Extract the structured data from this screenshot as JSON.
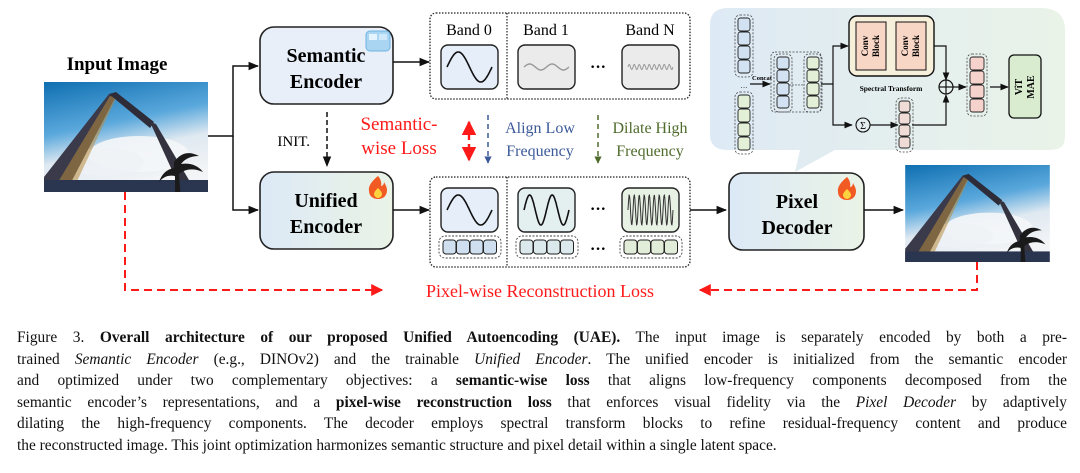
{
  "figure": {
    "input_image_label": "Input Image",
    "semantic_encoder": {
      "line1": "Semantic",
      "line2": "Encoder",
      "status_icon": "ice-cube-icon"
    },
    "unified_encoder": {
      "line1": "Unified",
      "line2": "Encoder",
      "status_icon": "fire-icon"
    },
    "pixel_decoder": {
      "line1": "Pixel",
      "line2": "Decoder",
      "status_icon": "fire-icon"
    },
    "init_label": "INIT.",
    "semantic_loss": {
      "line1": "Semantic-",
      "line2": "wise Loss"
    },
    "align_low": {
      "line1": "Align Low",
      "line2": "Frequency"
    },
    "dilate_high": {
      "line1": "Dilate High",
      "line2": "Frequency"
    },
    "bands": [
      "Band 0",
      "Band 1",
      "Band N"
    ],
    "ellipsis": "···",
    "pixel_loss_label": "Pixel-wise Reconstruction Loss",
    "inset": {
      "concat_label": "Concat",
      "conv_block_label": [
        "Conv",
        "Block"
      ],
      "spectral_transform_label": "Spectral Transform",
      "sum_symbol": "Σ",
      "vit_label": [
        "ViT",
        "MAE"
      ]
    },
    "colors": {
      "loss_red": "#ff1a1a",
      "align_blue": "#3c5a99",
      "dilate_green": "#4f6b2c",
      "box_blue": "#e3edf8",
      "box_green": "#e8f2e4"
    }
  },
  "caption": {
    "lines": [
      [
        {
          "t": "Figure 3.  ",
          "s": "n"
        },
        {
          "t": "Overall architecture of our proposed Unified Autoencoding (UAE).",
          "s": "b"
        },
        {
          "t": " The input image is separately encoded by both a pre-",
          "s": "n"
        }
      ],
      [
        {
          "t": "trained ",
          "s": "n"
        },
        {
          "t": "Semantic Encoder",
          "s": "i"
        },
        {
          "t": " (e.g., DINOv2) and the trainable ",
          "s": "n"
        },
        {
          "t": "Unified Encoder",
          "s": "i"
        },
        {
          "t": ". The unified encoder is initialized from the semantic encoder",
          "s": "n"
        }
      ],
      [
        {
          "t": "and optimized under two complementary objectives: a ",
          "s": "n"
        },
        {
          "t": "semantic-wise loss",
          "s": "b"
        },
        {
          "t": " that aligns low-frequency components decomposed from the",
          "s": "n"
        }
      ],
      [
        {
          "t": "semantic encoder’s representations, and a ",
          "s": "n"
        },
        {
          "t": "pixel-wise reconstruction loss",
          "s": "b"
        },
        {
          "t": " that enforces visual fidelity via the ",
          "s": "n"
        },
        {
          "t": "Pixel Decoder",
          "s": "i"
        },
        {
          "t": " by adaptively",
          "s": "n"
        }
      ],
      [
        {
          "t": "dilating the high-frequency components. The decoder employs spectral transform blocks to refine residual-frequency content and produce",
          "s": "n"
        }
      ],
      [
        {
          "t": "the reconstructed image. This joint optimization harmonizes semantic structure and pixel detail within a single latent space.",
          "s": "n"
        }
      ]
    ]
  }
}
